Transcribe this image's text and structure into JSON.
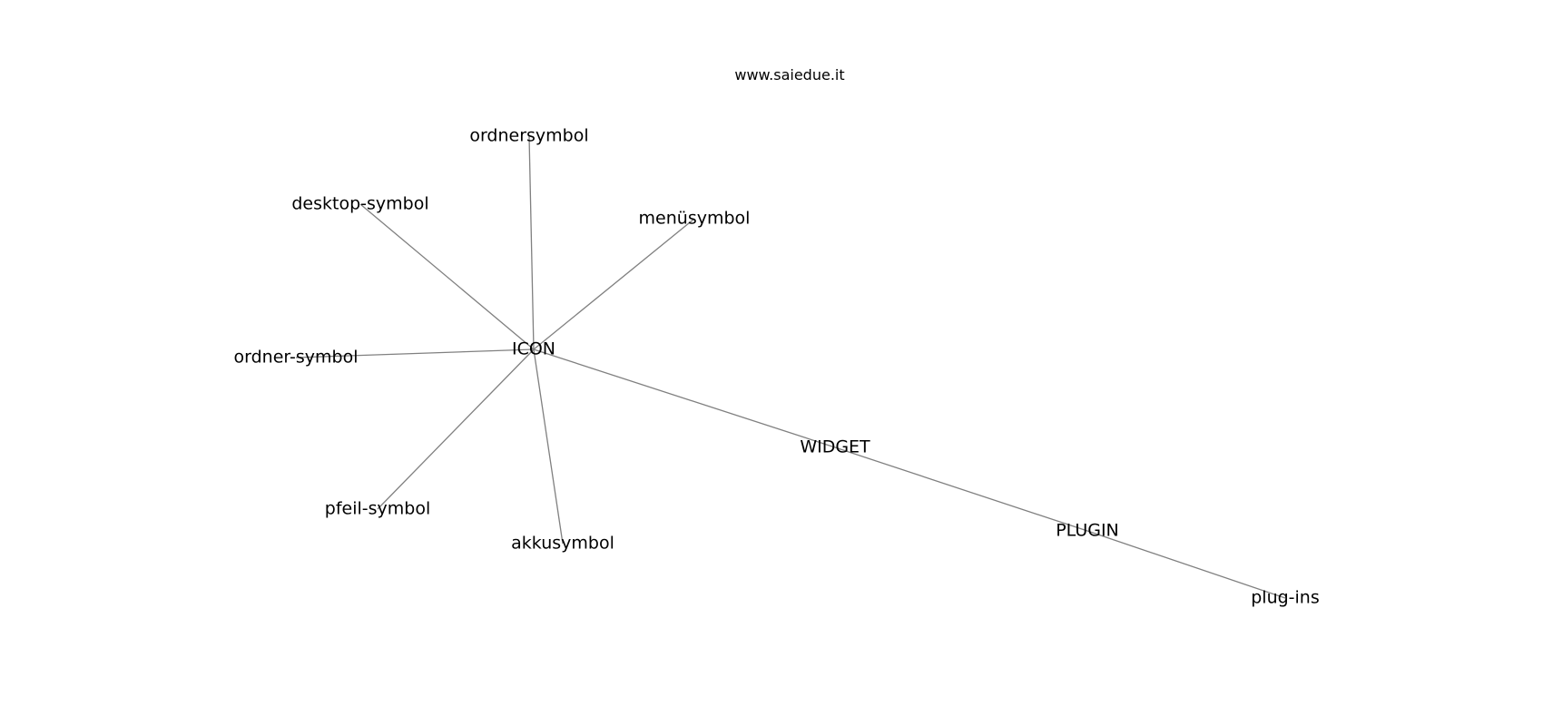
{
  "watermark": "www.saiedue.it",
  "graph": {
    "edge_color": "#808080",
    "label_color": "#000000",
    "nodes": [
      {
        "id": "icon",
        "label": "ICON"
      },
      {
        "id": "ordnersymbol",
        "label": "ordnersymbol"
      },
      {
        "id": "desktop-symbol",
        "label": "desktop-symbol"
      },
      {
        "id": "menuesymbol",
        "label": "menüsymbol"
      },
      {
        "id": "ordner-symbol",
        "label": "ordner-symbol"
      },
      {
        "id": "pfeil-symbol",
        "label": "pfeil-symbol"
      },
      {
        "id": "akkusymbol",
        "label": "akkusymbol"
      },
      {
        "id": "widget",
        "label": "WIDGET"
      },
      {
        "id": "plugin",
        "label": "PLUGIN"
      },
      {
        "id": "plug-ins",
        "label": "plug-ins"
      }
    ],
    "edges": [
      {
        "source": "icon",
        "target": "ordnersymbol"
      },
      {
        "source": "icon",
        "target": "desktop-symbol"
      },
      {
        "source": "icon",
        "target": "menuesymbol"
      },
      {
        "source": "icon",
        "target": "ordner-symbol"
      },
      {
        "source": "icon",
        "target": "pfeil-symbol"
      },
      {
        "source": "icon",
        "target": "akkusymbol"
      },
      {
        "source": "icon",
        "target": "widget"
      },
      {
        "source": "widget",
        "target": "plugin"
      },
      {
        "source": "plugin",
        "target": "plug-ins"
      }
    ]
  }
}
